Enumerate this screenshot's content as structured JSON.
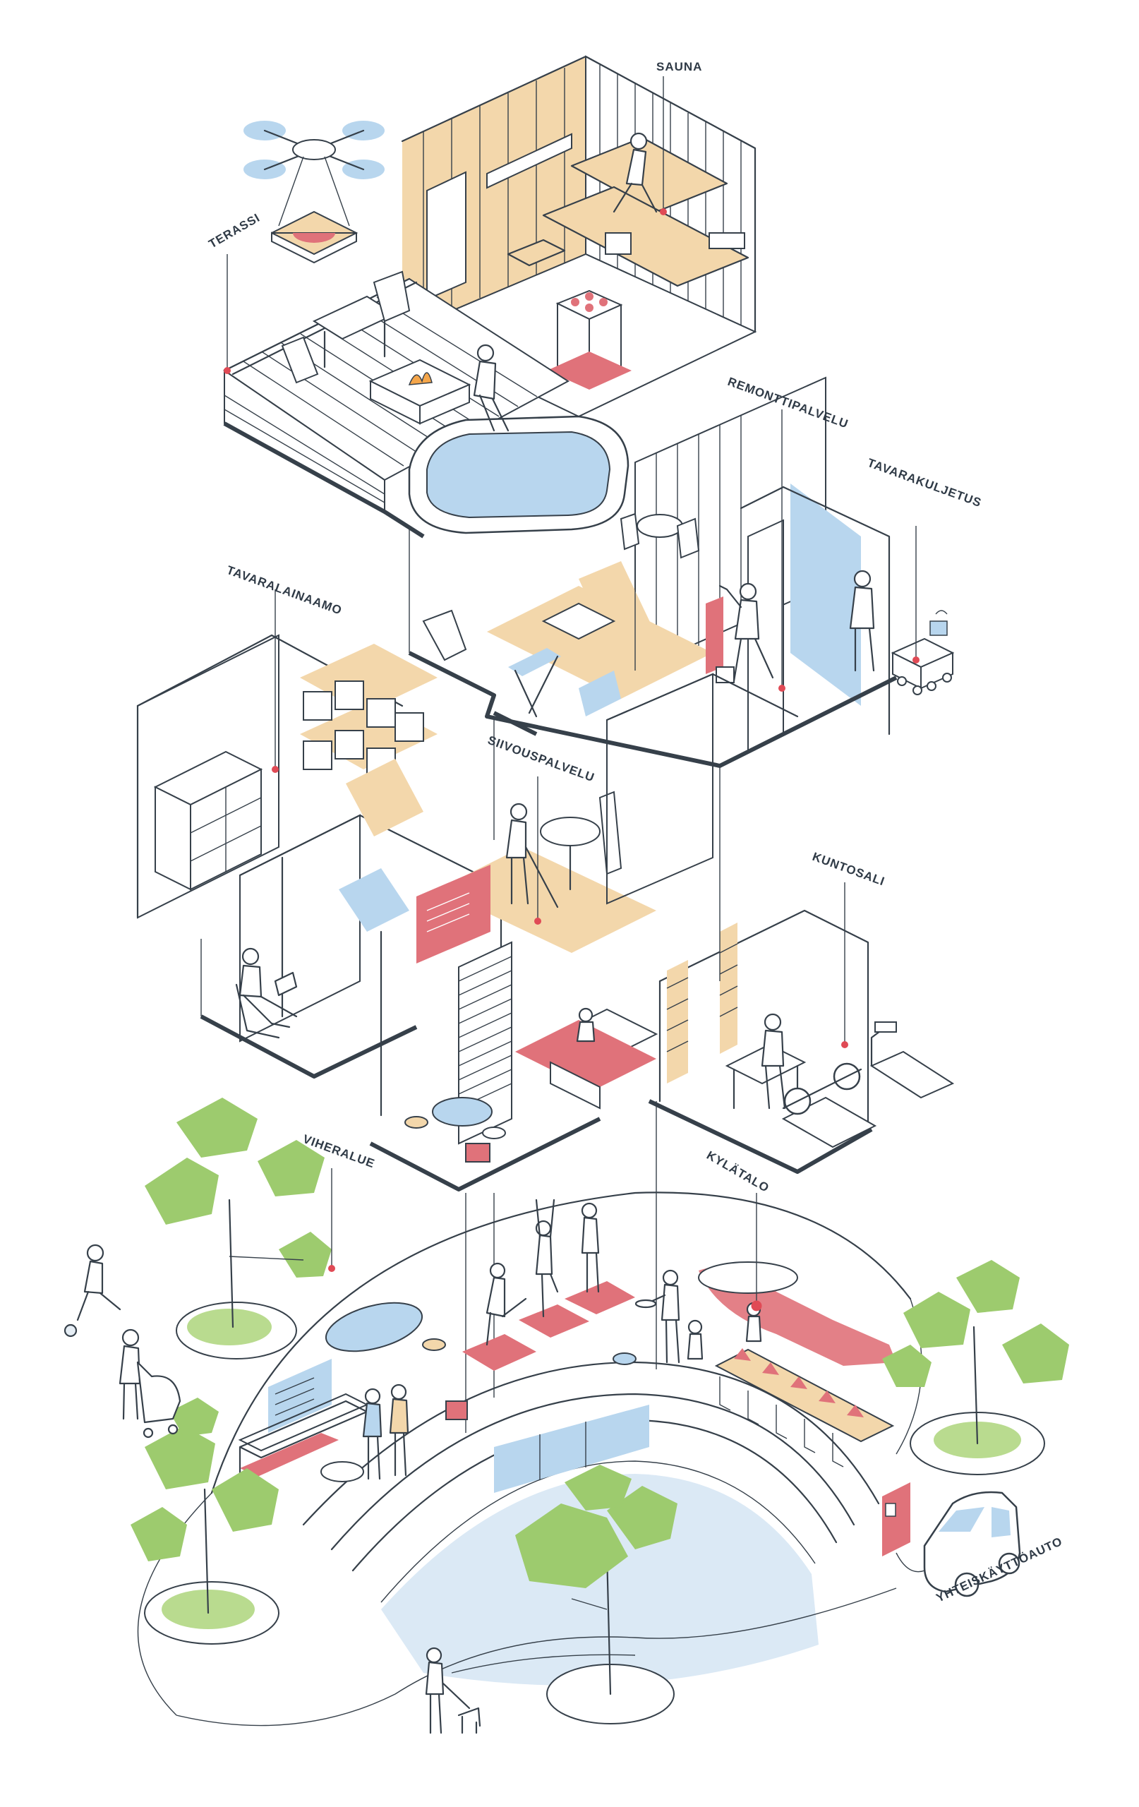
{
  "labels": {
    "sauna": "SAUNA",
    "terassi": "TERASSI",
    "remonttipalvelu": "REMONTTIPALVELU",
    "tavarakuljetus": "TAVARAKULJETUS",
    "tavaralainaamo": "TAVARALAINAAMO",
    "siivouspalvelu": "SIIVOUSPALVELU",
    "kuntosali": "KUNTOSALI",
    "viheralue": "VIHERALUE",
    "kylatalo": "KYLÄTALO",
    "yhteiskayttoauto": "YHTEISKÄYTTÖAUTO"
  },
  "colors": {
    "line": "#36404a",
    "wood": "#f3d7ab",
    "blue": "#b8d6ee",
    "red": "#e0727a",
    "green": "#9dcb6e",
    "marker": "#e04a55"
  },
  "icons": [
    "drone-icon",
    "pizza-box-icon",
    "sauna-stove-icon",
    "hot-tub-icon",
    "fire-pit-icon",
    "delivery-robot-icon",
    "treadmill-icon",
    "wall-bars-icon",
    "shared-car-icon",
    "charging-station-icon",
    "tree-icon"
  ]
}
